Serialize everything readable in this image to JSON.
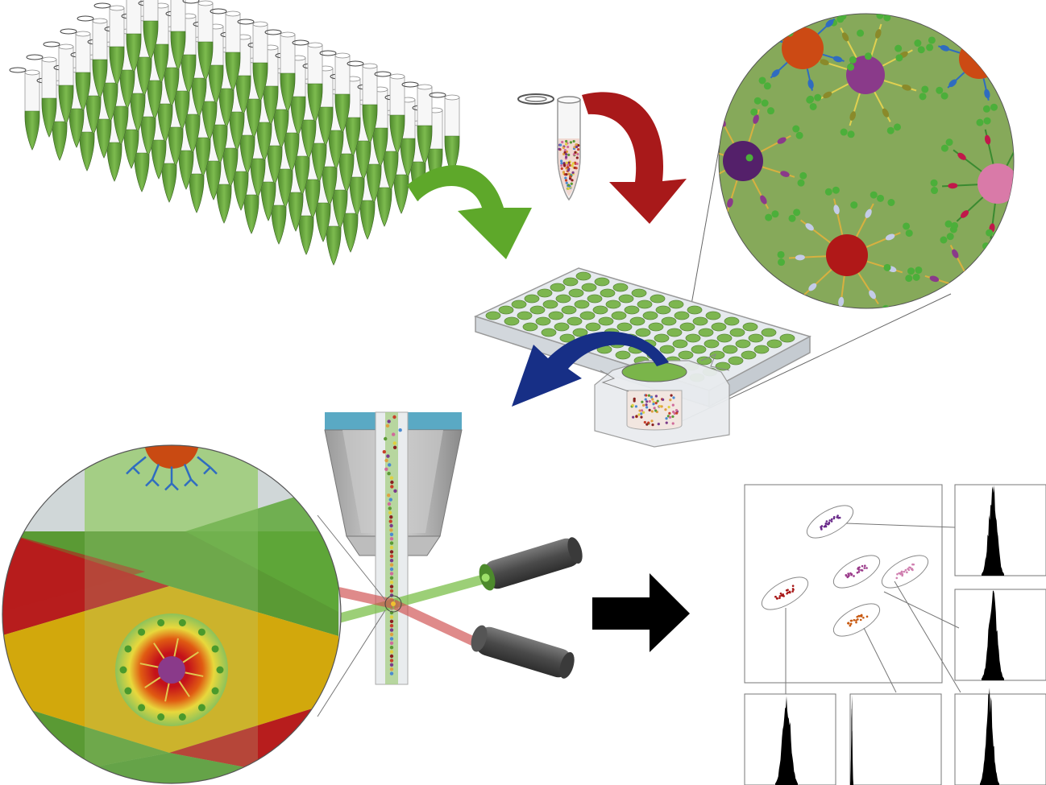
{
  "figure": {
    "panels": [
      "tube-array",
      "single-tube",
      "well-plate",
      "bead-zoom",
      "flow-cell",
      "laser-zoom",
      "scatter-plot",
      "histograms"
    ]
  },
  "colors": {
    "green": "#5f9a35",
    "green_light": "#8dc26a",
    "green_bg": "#86a95a",
    "red": "#b01818",
    "blue_arrow": "#152a82",
    "orange": "#cc4a14",
    "purple": "#8a3a8a",
    "dark_purple": "#54206a",
    "pink": "#d97aa8",
    "yellow": "#d2a80c",
    "grey": "#555555"
  }
}
